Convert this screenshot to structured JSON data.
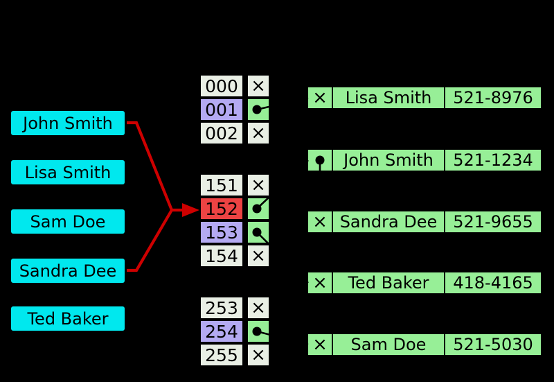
{
  "keys": {
    "items": [
      {
        "label": "John Smith"
      },
      {
        "label": "Lisa Smith"
      },
      {
        "label": "Sam Doe"
      },
      {
        "label": "Sandra Dee"
      },
      {
        "label": "Ted Baker"
      }
    ]
  },
  "bucket_groups": [
    {
      "rows": [
        {
          "index": "000",
          "slot": "empty"
        },
        {
          "index": "001",
          "slot": "linked"
        },
        {
          "index": "002",
          "slot": "empty"
        }
      ]
    },
    {
      "rows": [
        {
          "index": "151",
          "slot": "empty"
        },
        {
          "index": "152",
          "slot": "linked-collision"
        },
        {
          "index": "153",
          "slot": "linked"
        },
        {
          "index": "154",
          "slot": "empty"
        }
      ]
    },
    {
      "rows": [
        {
          "index": "253",
          "slot": "empty"
        },
        {
          "index": "254",
          "slot": "linked"
        },
        {
          "index": "255",
          "slot": "empty"
        }
      ]
    }
  ],
  "entries": [
    {
      "next": "null",
      "name": "Lisa Smith",
      "phone": "521-8976"
    },
    {
      "next": "link",
      "name": "John Smith",
      "phone": "521-1234"
    },
    {
      "next": "null",
      "name": "Sandra Dee",
      "phone": "521-9655"
    },
    {
      "next": "null",
      "name": "Ted Baker",
      "phone": "418-4165"
    },
    {
      "next": "null",
      "name": "Sam Doe",
      "phone": "521-5030"
    }
  ],
  "glyphs": {
    "null_pointer": "×"
  },
  "colors": {
    "background": "#000000",
    "key_fill": "#00E8EE",
    "bucket_empty_fill": "#E9EFE5",
    "bucket_occupied_fill": "#B4AAF2",
    "bucket_collision_fill": "#EC4343",
    "pointer_cell_fill": "#97EF97",
    "entry_fill": "#97EF97",
    "arrow_red": "#CE0000",
    "link_line": "#000000",
    "text": "#000000"
  }
}
